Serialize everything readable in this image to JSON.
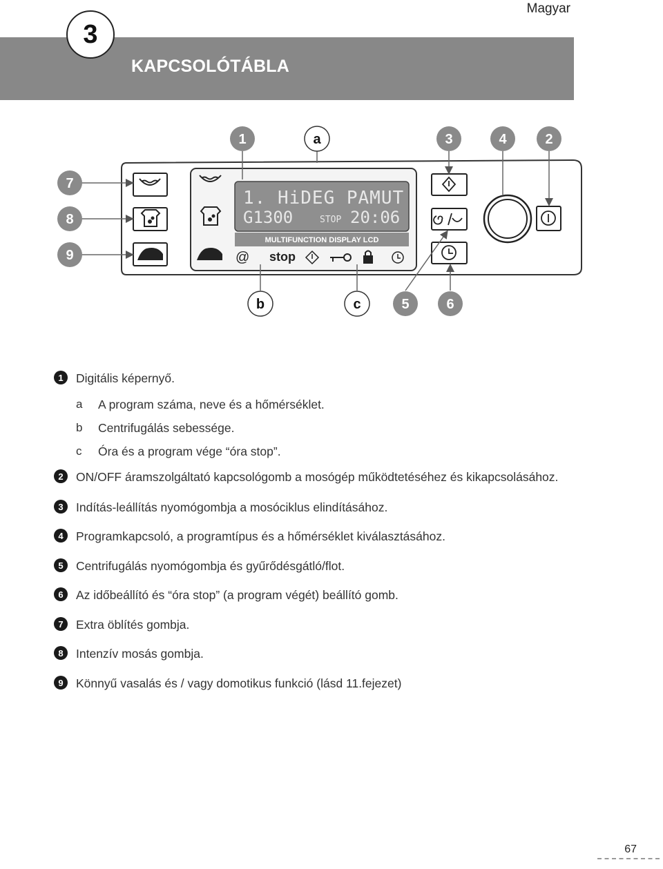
{
  "header": {
    "language": "Magyar",
    "chapter_number": "3",
    "title": "KAPCSOLÓTÁBLA"
  },
  "panel": {
    "callouts_top": [
      "1",
      "a",
      "3",
      "4",
      "2"
    ],
    "callouts_left": [
      "7",
      "8",
      "9"
    ],
    "callouts_bottom": [
      "b",
      "c",
      "5",
      "6"
    ],
    "lcd": {
      "line1": "1. HiDEG PAMUT",
      "line2_left": "G1300",
      "line2_stop": "STOP",
      "line2_time": "20:06",
      "caption": "MULTIFUNCTION DISPLAY LCD",
      "status_at": "@",
      "status_stop": "stop"
    },
    "icons": [
      "rinse-basin-icon",
      "shirt-stain-icon",
      "iron-icon",
      "start-pause-icon",
      "spin-icon",
      "clock-icon",
      "power-icon",
      "key-icon",
      "lock-icon"
    ]
  },
  "items": [
    {
      "marker": "1",
      "letter": "",
      "text": "Digitális képernyő."
    },
    {
      "marker": "",
      "letter": "a",
      "text": "A program száma, neve és a hőmérséklet."
    },
    {
      "marker": "",
      "letter": "b",
      "text": "Centrifugálás sebessége."
    },
    {
      "marker": "",
      "letter": "c",
      "text": "Óra és a program vége “óra stop”."
    },
    {
      "marker": "2",
      "letter": "",
      "text": "ON/OFF áramszolgáltató kapcsológomb a mosógép működtetéséhez és kikapcsolásához."
    },
    {
      "marker": "3",
      "letter": "",
      "text": "Indítás-leállítás nyomógombja a mosóciklus elindításához."
    },
    {
      "marker": "4",
      "letter": "",
      "text": "Programkapcsoló, a programtípus és a hőmérséklet kiválasztásához."
    },
    {
      "marker": "5",
      "letter": "",
      "text": "Centrifugálás nyomógombja és gyűrődésgátló/flot."
    },
    {
      "marker": "6",
      "letter": "",
      "text": "Az időbeállító és “óra stop” (a program végét) beállító gomb."
    },
    {
      "marker": "7",
      "letter": "",
      "text": "Extra öblítés gombja."
    },
    {
      "marker": "8",
      "letter": "",
      "text": "Intenzív mosás gombja."
    },
    {
      "marker": "9",
      "letter": "",
      "text": "Könnyű vasalás és / vagy domotikus funkció (lásd 11.fejezet)"
    }
  ],
  "footer": {
    "page_number": "67"
  }
}
